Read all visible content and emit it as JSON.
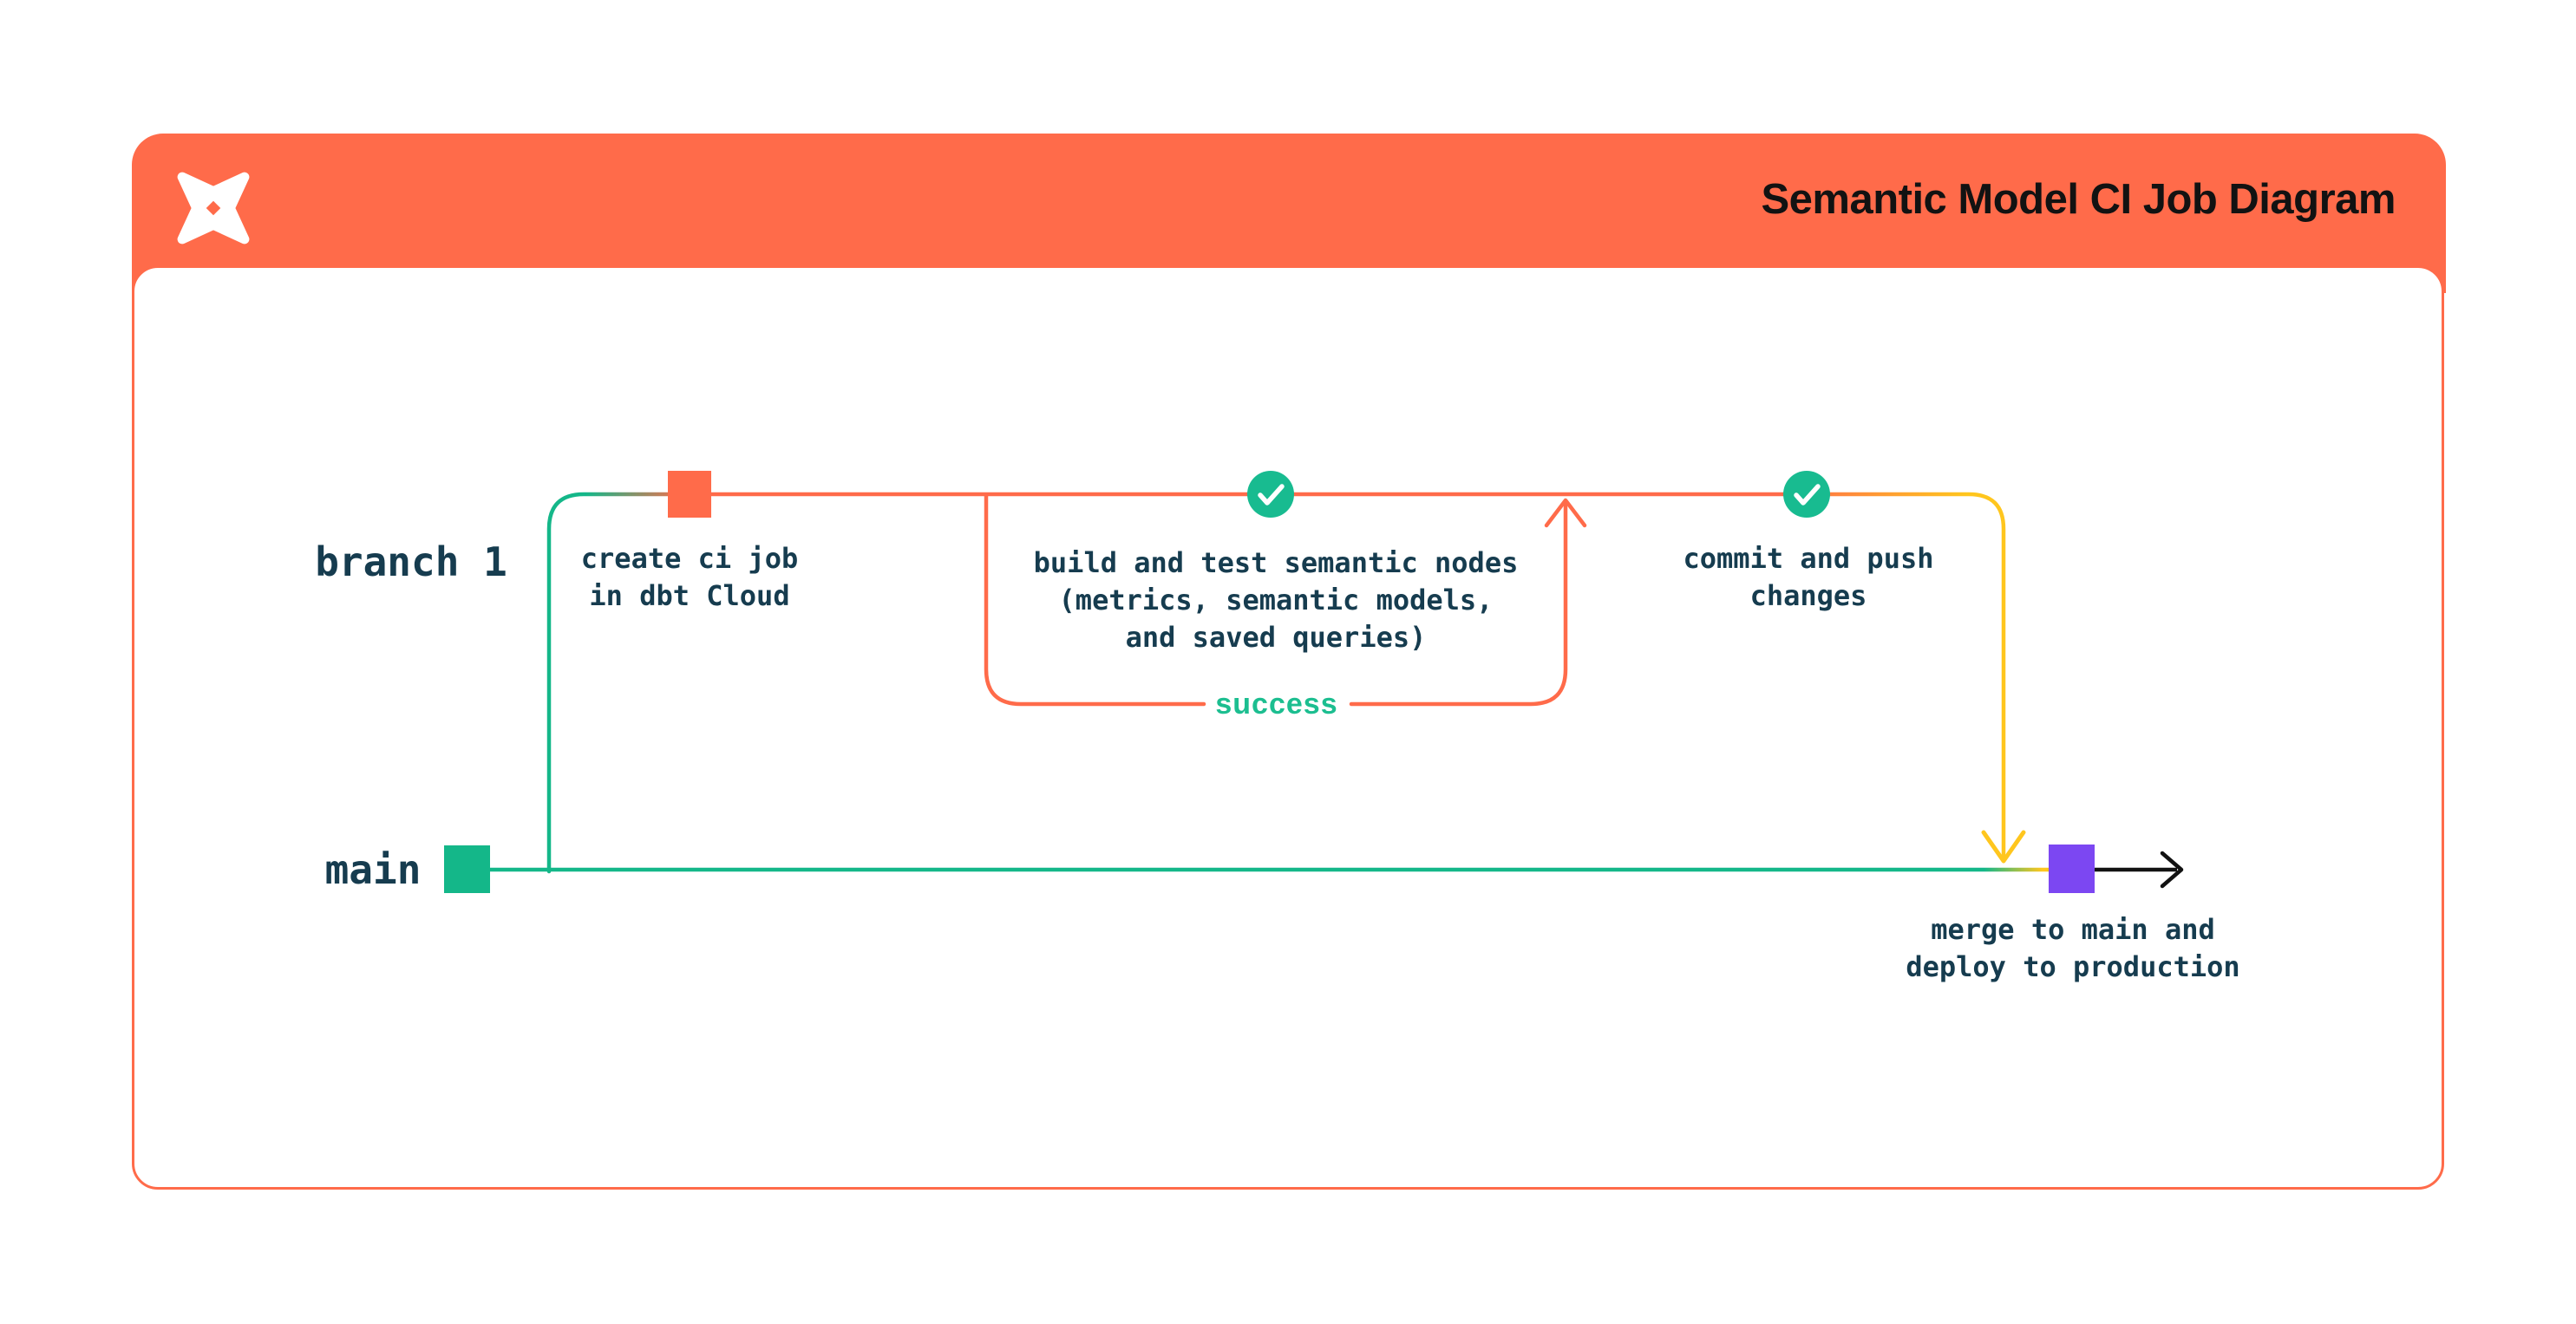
{
  "header": {
    "title": "Semantic Model CI Job Diagram",
    "logo": "dbt-logo",
    "background": "#FF6B4A",
    "title_color": "#121212"
  },
  "colors": {
    "orange": "#FF6B4A",
    "green": "#14B789",
    "yellow": "#FFC61E",
    "purple": "#7C47F2",
    "label_text": "#163C4F",
    "success_text": "#1CBE90",
    "arrow_black": "#121212",
    "card_background": "#FFFFFF"
  },
  "diagram": {
    "branch_label": "branch 1",
    "main_label": "main",
    "success_label": "success",
    "nodes": {
      "create_ci": {
        "line1": "create ci job",
        "line2": "in dbt Cloud",
        "commit_color": "#FF6B4A"
      },
      "build_test": {
        "line1": "build and test semantic nodes",
        "line2": "(metrics, semantic models,",
        "line3": "and saved queries)",
        "icon": "check-circle"
      },
      "commit_push": {
        "line1": "commit and push",
        "line2": "changes",
        "icon": "check-circle"
      },
      "merge_deploy": {
        "line1": "merge to main and",
        "line2": "deploy to production",
        "commit_color": "#7C47F2"
      }
    }
  }
}
